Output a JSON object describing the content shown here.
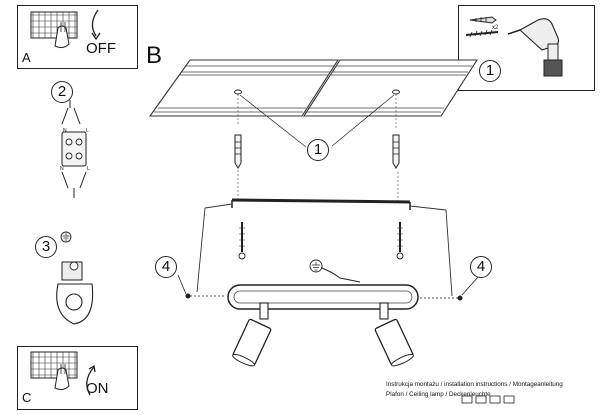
{
  "panels": {
    "a": {
      "letter": "A",
      "action": "OFF"
    },
    "c": {
      "letter": "C",
      "action": "ON"
    },
    "b": {
      "letter": "B"
    }
  },
  "steps": {
    "tools": "1",
    "wiring": "2",
    "ground": "3",
    "ceiling": "1",
    "screw_left": "4",
    "screw_right": "4"
  },
  "tool_panel": {
    "quantity": "x2"
  },
  "wiring_terminals": {
    "n_top": "N",
    "l_top": "L",
    "n_bottom": "N",
    "l_bottom": "L"
  },
  "caption": {
    "line1": "Instrukcja montażu / installation instructions / Montageanleitung",
    "line2": "Plafon / Ceiling lamp / Deckenleuchte"
  }
}
